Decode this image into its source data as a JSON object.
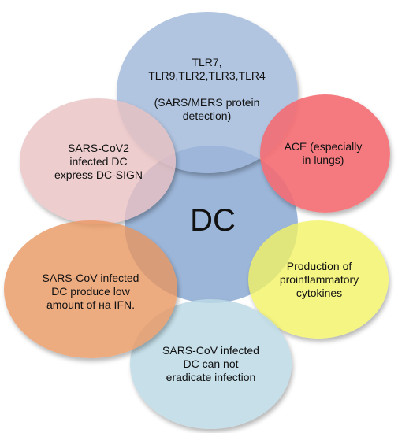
{
  "center": {
    "label": "DC"
  },
  "nodes": {
    "top": {
      "lines": [
        "TLR7,",
        "TLR9,TLR2,TLR3,TLR4",
        "",
        "(SARS/MERS protein",
        "detection)"
      ],
      "color": "#9db7d9"
    },
    "upper_left": {
      "lines": [
        "SARS-CoV2",
        "infected DC",
        "express DC-SIGN"
      ],
      "color": "#e9c0c2"
    },
    "upper_right": {
      "lines": [
        "ACE (especially",
        "in lungs)"
      ],
      "color": "#f46b72"
    },
    "lower_left": {
      "lines": [
        "SARS-CoV infected",
        "DC produce low",
        "amount of на IFN."
      ],
      "color": "#eda97c"
    },
    "lower_right": {
      "lines": [
        "Production of",
        "proinflammatory",
        "cytokines"
      ],
      "color": "#f3f27a"
    },
    "bottom": {
      "lines": [
        "SARS-CoV infected",
        "DC can not",
        "eradicate infection"
      ],
      "color": "#bcd9e5"
    }
  },
  "colors": {
    "center": "#97b2d7"
  }
}
